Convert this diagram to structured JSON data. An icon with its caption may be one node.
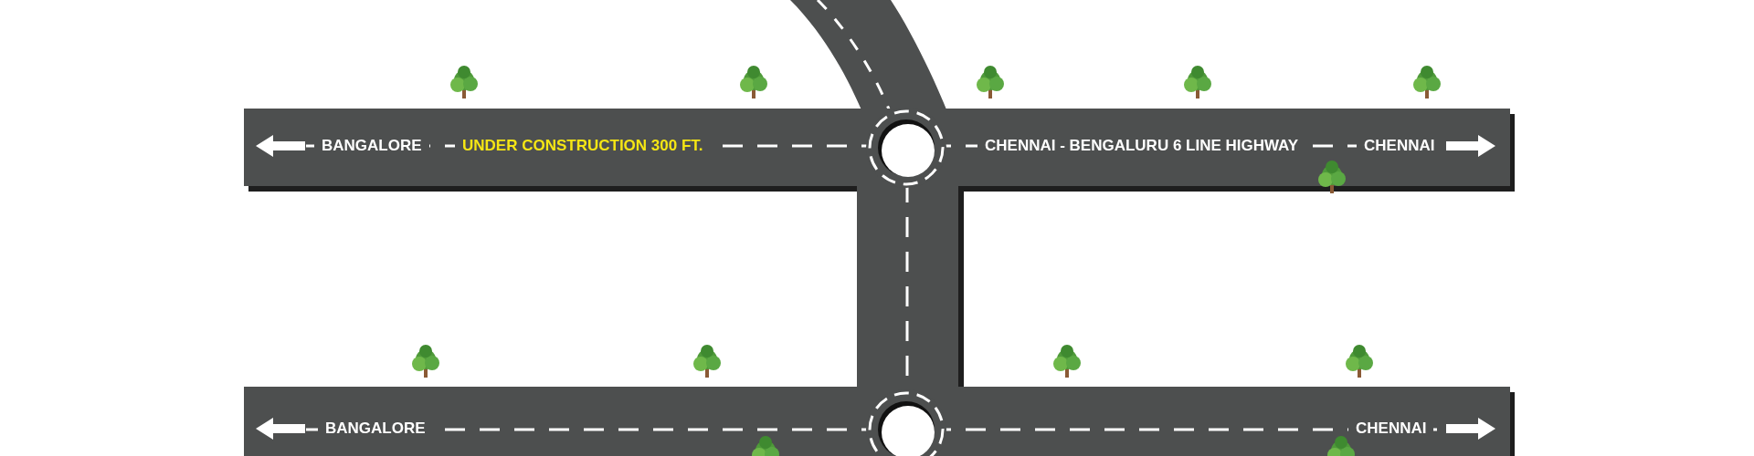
{
  "diagram": {
    "labels": [
      "BANGALORE",
      "UNDER CONSTRUCTION 300 FT.",
      "CHENNAI - BENGALURU 6 LINE HIGHWAY",
      "CHENNAI",
      "BANGALORE",
      "CHENNAI"
    ]
  }
}
